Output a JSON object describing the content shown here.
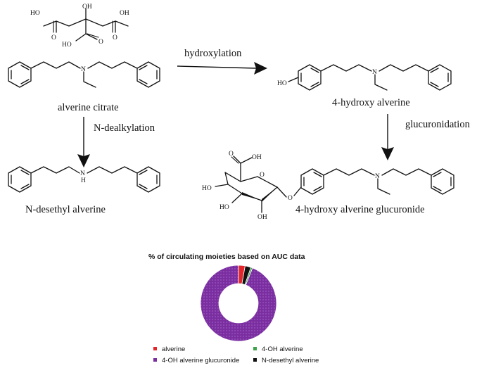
{
  "compounds": {
    "alverine_citrate": "alverine citrate",
    "hydroxy_alverine": "4-hydroxy alverine",
    "desethyl_alverine": "N-desethyl alverine",
    "hydroxy_glucuronide": "4-hydroxy alverine glucuronide"
  },
  "reactions": {
    "hydroxylation": "hydroxylation",
    "dealkylation": "N-dealkylation",
    "glucuronidation": "glucuronidation"
  },
  "atoms": {
    "n": "N",
    "nh_n": "N",
    "nh_h": "H",
    "ho": "HO",
    "oh": "OH",
    "o": "O"
  },
  "chart_data": {
    "type": "pie",
    "variant": "donut",
    "title": "% of circulating moieties based on AUC data",
    "legend_placement": "bottom",
    "series": [
      {
        "name": "4-OH alverine glucuronide",
        "value": 94.0,
        "color": "#7a2ea0",
        "pattern": "dotted"
      },
      {
        "name": "alverine",
        "value": 2.8,
        "color": "#e3262b",
        "pattern": "solid"
      },
      {
        "name": "N-desethyl alverine",
        "value": 2.5,
        "color": "#111111",
        "pattern": "solid"
      },
      {
        "name": "4-OH alverine",
        "value": 0.7,
        "color": "#3fa34d",
        "pattern": "solid"
      }
    ],
    "legend_order": [
      "alverine",
      "4-OH alverine",
      "4-OH alverine glucuronide",
      "N-desethyl alverine"
    ]
  }
}
